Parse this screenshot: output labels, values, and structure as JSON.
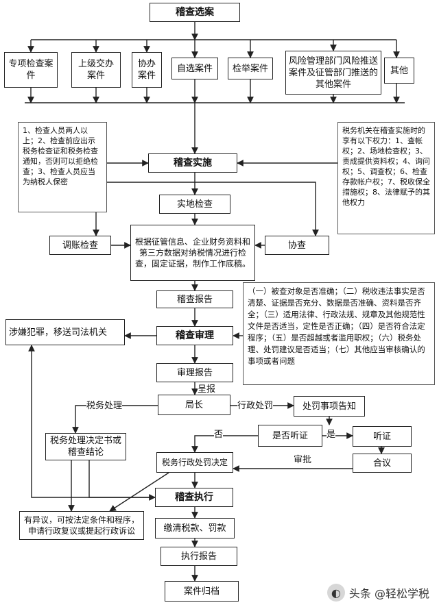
{
  "nodes": {
    "selection": "稽查选案",
    "special": "专项检查案件",
    "superior": "上级交办案件",
    "assist_case": "协办案件",
    "self_selected": "自选案件",
    "report_case": "检举案件",
    "risk": "风险管理部门风险推送案件及征管部门推送的其他案件",
    "other": "其他",
    "implementation": "稽查实施",
    "field_check": "实地检查",
    "evidence": "根据征管信息、企业财务资料和第三方数据对纳税情况进行检查，固定证据，制作工作底稿。",
    "account_check": "调账检查",
    "cooperation": "协查",
    "audit_report": "稽查报告",
    "crime": "涉嫌犯罪，移送司法机关",
    "review": "稽查审理",
    "review_report": "审理报告",
    "director": "局长",
    "penalty_notice": "处罚事项告知",
    "hearing_q": "是否听证",
    "hearing": "听证",
    "decision_book": "税务处理决定书或稽查结论",
    "penalty_decision": "税务行政处罚决定",
    "deliberation": "合议",
    "execution": "稽查执行",
    "objection": "有异议，可按法定条件和程序，申请行政复议或提起行政诉讼",
    "payment": "缴清税款、罚款",
    "exec_report": "执行报告",
    "archive": "案件归档"
  },
  "notes": {
    "left": "1、检查人员两人以上；2、检查前应出示税务检查证和税务检查通知，否则可以拒绝检查；3、检查人员应当为纳税人保密",
    "right": "税务机关在稽查实施时的享有以下权力：1、查帐权；2、场地检查权；3、责成提供资料权；4、询问权；5、调查权；6、检查存款帐户权；7、税收保全措施权；8、法律赋予的其他权力",
    "review": "（一）被查对象是否准确；（二）税收违法事实是否清楚、证据是否充分、数据是否准确、资料是否齐全；（三）适用法律、行政法规、规章及其他规范性文件是否适当，定性是否正确；（四）是否符合法定程序；（五）是否超越或者滥用职权；（六）税务处理、处罚建议是否适当；（七）其他应当审核确认的事项或者问题"
  },
  "labels": {
    "submit": "呈报",
    "tax_handling": "税务处理",
    "admin_penalty": "行政处罚",
    "no": "否",
    "yes": "是",
    "approve": "审批"
  },
  "watermark": "头条 @轻松学税"
}
